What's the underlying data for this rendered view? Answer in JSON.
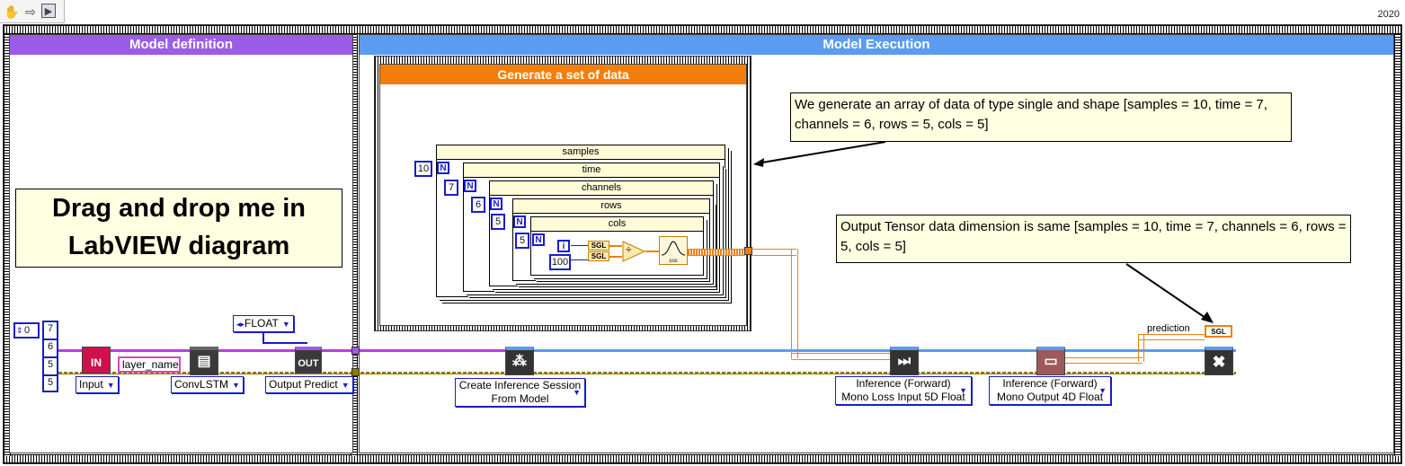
{
  "toolbar": {
    "tools": [
      "hand-icon",
      "arrow-icon",
      "run-icon"
    ]
  },
  "version": "2020",
  "frames": {
    "model_definition": {
      "title": "Model definition",
      "color": "#9b5de5"
    },
    "model_execution": {
      "title": "Model Execution",
      "color": "#5b9bf0"
    }
  },
  "note_drag": "Drag and drop me in LabVIEW diagram",
  "shape_array": {
    "index": "0",
    "values": [
      "7",
      "6",
      "5",
      "5"
    ]
  },
  "datatype_ring": "FLOAT",
  "input_ring": "Input",
  "layer_name": "layer_name",
  "convlstm_ring": "ConvLSTM",
  "output_ring": "Output Predict",
  "vi_in_label": "IN",
  "vi_out_label": "OUT",
  "generate": {
    "title": "Generate a set of data",
    "color": "#f07f0e",
    "loops": [
      {
        "label": "samples",
        "count": "10"
      },
      {
        "label": "time",
        "count": "7"
      },
      {
        "label": "channels",
        "count": "6"
      },
      {
        "label": "rows",
        "count": "5"
      },
      {
        "label": "cols",
        "count": "5"
      }
    ],
    "i_label": "i",
    "n_label": "N",
    "const_100": "100",
    "sgl": "SGL",
    "div_symbol": "÷",
    "cos_label": "cos"
  },
  "note_generate": "We generate an array of data of type single and shape [samples = 10, time = 7, channels = 6, rows = 5, cols = 5]",
  "note_output": "Output Tensor data dimension is same [samples = 10, time = 7, channels = 6, rows = 5, cols = 5]",
  "prediction_label": "prediction",
  "sgl_indicator": "SGL",
  "create_session": {
    "line1": "Create Inference Session",
    "line2": "From Model"
  },
  "inference_5d": {
    "line1": "Inference (Forward)",
    "line2": "Mono Loss Input 5D Float"
  },
  "inference_4d": {
    "line1": "Inference (Forward)",
    "line2": "Mono Output 4D Float"
  }
}
